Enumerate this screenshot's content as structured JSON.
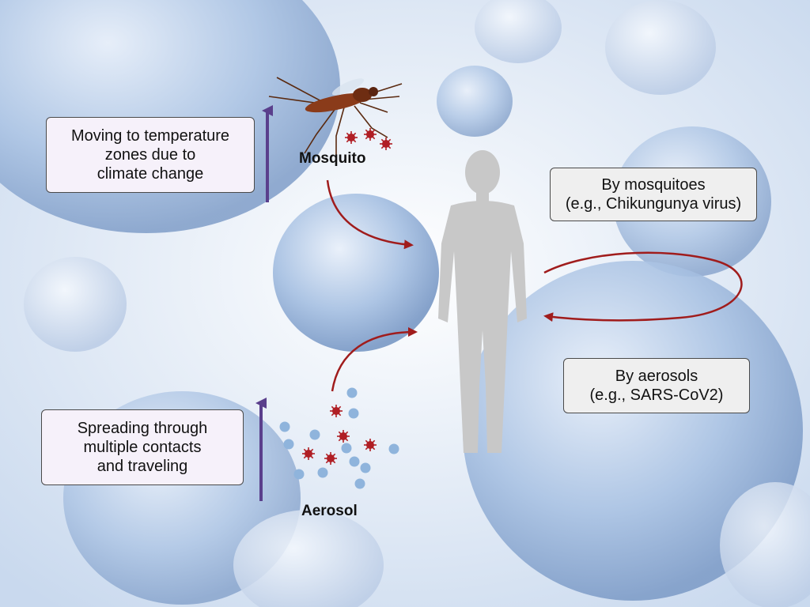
{
  "labels": {
    "mosquito": "Mosquito",
    "aerosol": "Aerosol"
  },
  "boxes": {
    "climate": [
      "Moving to temperature",
      "zones due to",
      "climate change"
    ],
    "spreading": [
      "Spreading through",
      "multiple contacts",
      "and traveling"
    ],
    "by_mosquitoes": [
      "By mosquitoes",
      "(e.g., Chikungunya virus)"
    ],
    "by_aerosols": [
      "By aerosols",
      "(e.g., SARS-CoV2)"
    ]
  },
  "icons": {
    "background": "cell-background",
    "mosquito": "mosquito-icon",
    "human": "human-silhouette-icon",
    "virus": "virus-particle-icon",
    "droplet": "aerosol-droplet-icon"
  },
  "colors": {
    "arrow_red": "#a01c1c",
    "arrow_purple": "#5a3f8c",
    "virus": "#b01e24",
    "droplet": "#8fb4dc",
    "human": "#c8c8c8",
    "mosquito": "#8a3b1a"
  }
}
